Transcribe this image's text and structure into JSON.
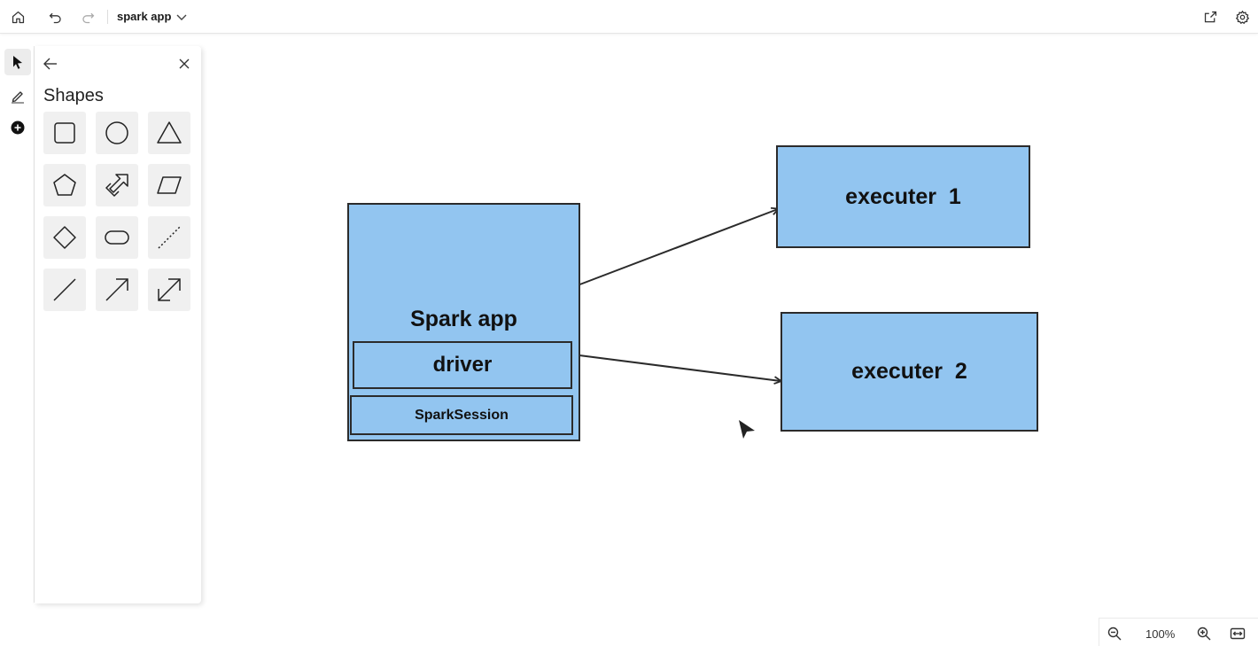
{
  "toolbar": {
    "document_title": "spark app",
    "home_icon": "home-icon",
    "undo_icon": "undo-icon",
    "redo_icon": "redo-icon",
    "share_icon": "share-icon",
    "settings_icon": "gear-icon"
  },
  "rail": {
    "tools": [
      "select-pointer-icon",
      "pen-icon",
      "add-circle-icon"
    ],
    "active_tool": "select-pointer-icon"
  },
  "shapes_panel": {
    "title": "Shapes",
    "shapes": [
      "square",
      "circle",
      "triangle",
      "pentagon",
      "arrow-block",
      "parallelogram",
      "diamond",
      "rounded-rectangle",
      "dotted-line",
      "line",
      "arrow",
      "double-arrow"
    ]
  },
  "diagram": {
    "spark_app": "Spark app",
    "driver": "driver",
    "spark_session": "SparkSession",
    "executer_1": "executer  1",
    "executer_2": "executer  2",
    "fill_color": "#92c5f0",
    "border_color": "#2b2b2b"
  },
  "zoom": {
    "level": "100%"
  }
}
